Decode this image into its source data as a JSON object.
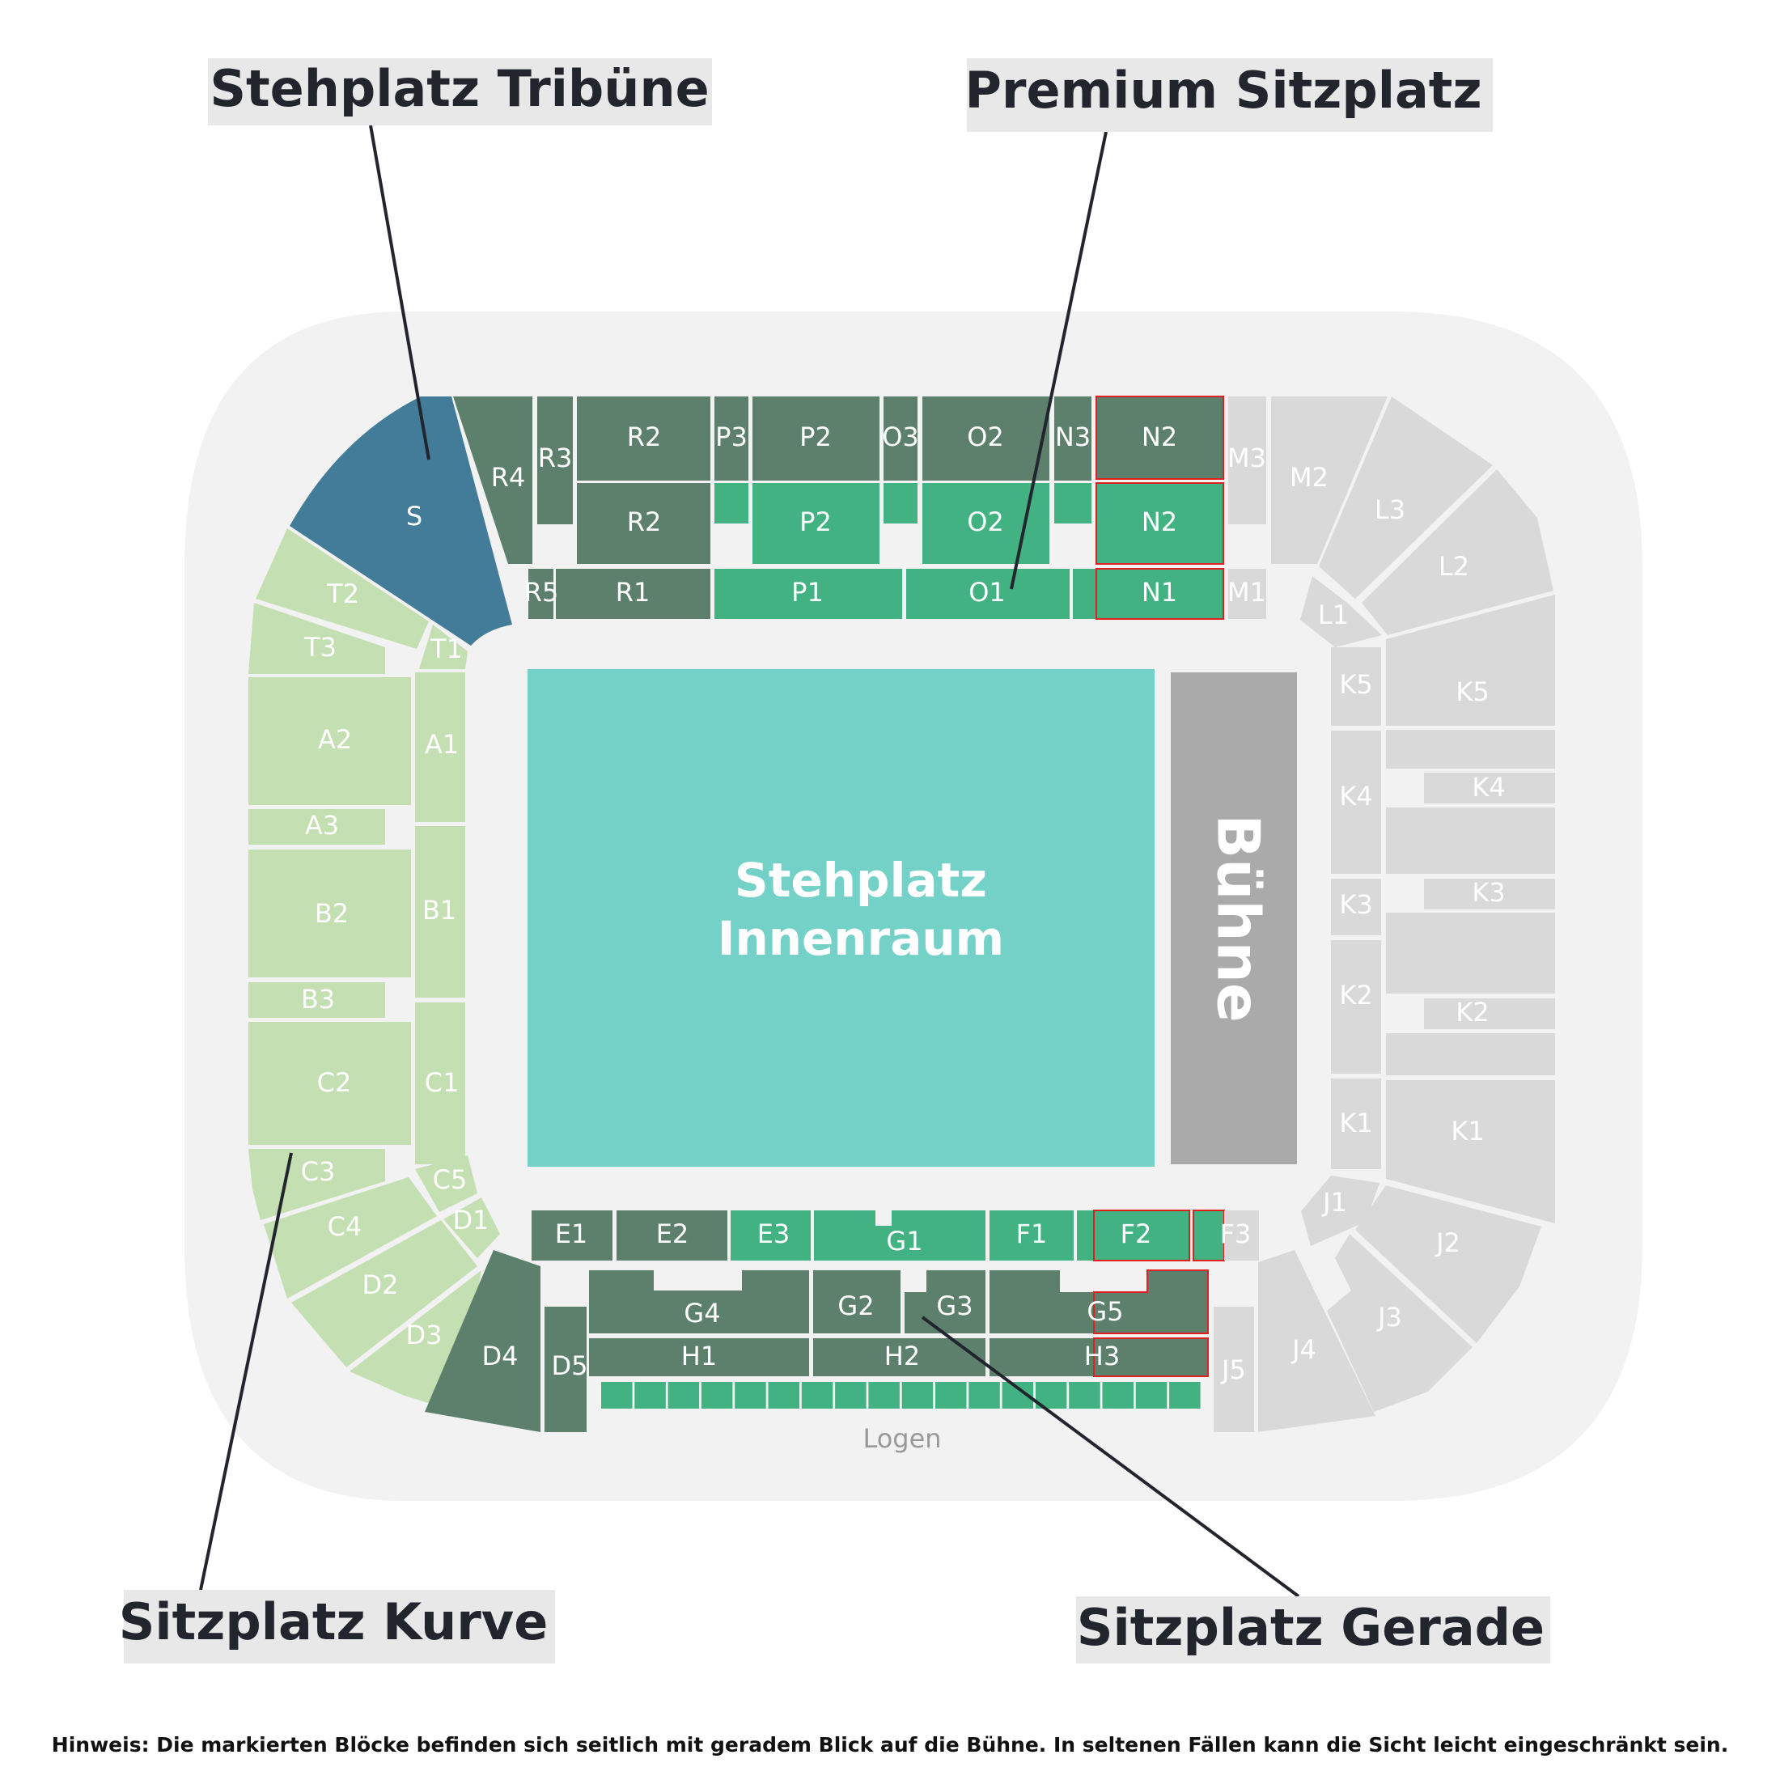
{
  "colors": {
    "standing_tribune": "#427c99",
    "premium": "#42b283",
    "premium_dark": "#5d806d",
    "curve": "#c4dfb1",
    "side": "#d9d9d9",
    "floor": "#74d1c7",
    "stage": "#aaaaaa",
    "frame": "#f2f2f2",
    "highlight": "#e02020"
  },
  "callouts": {
    "stehplatz_tribune": "Stehplatz Tribüne",
    "premium_sitzplatz": "Premium Sitzplatz",
    "sitzplatz_kurve": "Sitzplatz Kurve",
    "sitzplatz_gerade": "Sitzplatz Gerade"
  },
  "areas": {
    "innenraum_line1": "Stehplatz",
    "innenraum_line2": "Innenraum",
    "stage": "Bühne",
    "logen": "Logen"
  },
  "note": "Hinweis: Die markierten Blöcke befinden sich seitlich mit geradem Blick auf die Bühne. In seltenen Fällen kann die Sicht leicht eingeschränkt sein.",
  "blocks": {
    "S": "S",
    "R4": "R4",
    "R3": "R3",
    "R2a": "R2",
    "R2b": "R2",
    "R5": "R5",
    "R1": "R1",
    "P3": "P3",
    "P2a": "P2",
    "P2b": "P2",
    "P1": "P1",
    "O3": "O3",
    "O2a": "O2",
    "O2b": "O2",
    "O1": "O1",
    "N3": "N3",
    "N2a": "N2",
    "N2b": "N2",
    "N1": "N1",
    "M3": "M3",
    "M2": "M2",
    "M1": "M1",
    "L3": "L3",
    "L2": "L2",
    "L1": "L1",
    "K5a": "K5",
    "K5b": "K5",
    "K4a": "K4",
    "K4b": "K4",
    "K3a": "K3",
    "K3b": "K3",
    "K2a": "K2",
    "K2b": "K2",
    "K1a": "K1",
    "K1b": "K1",
    "J1": "J1",
    "J2": "J2",
    "J3": "J3",
    "J4": "J4",
    "J5": "J5",
    "T1": "T1",
    "T2": "T2",
    "T3": "T3",
    "A1": "A1",
    "A2": "A2",
    "A3": "A3",
    "B1": "B1",
    "B2": "B2",
    "B3": "B3",
    "C1": "C1",
    "C2": "C2",
    "C3": "C3",
    "C4": "C4",
    "C5": "C5",
    "D1": "D1",
    "D2": "D2",
    "D3": "D3",
    "D4": "D4",
    "D5": "D5",
    "E1": "E1",
    "E2": "E2",
    "E3": "E3",
    "F1": "F1",
    "F2": "F2",
    "F3": "F3",
    "G1": "G1",
    "G2": "G2",
    "G3": "G3",
    "G4": "G4",
    "G5": "G5",
    "H1": "H1",
    "H2": "H2",
    "H3": "H3"
  }
}
